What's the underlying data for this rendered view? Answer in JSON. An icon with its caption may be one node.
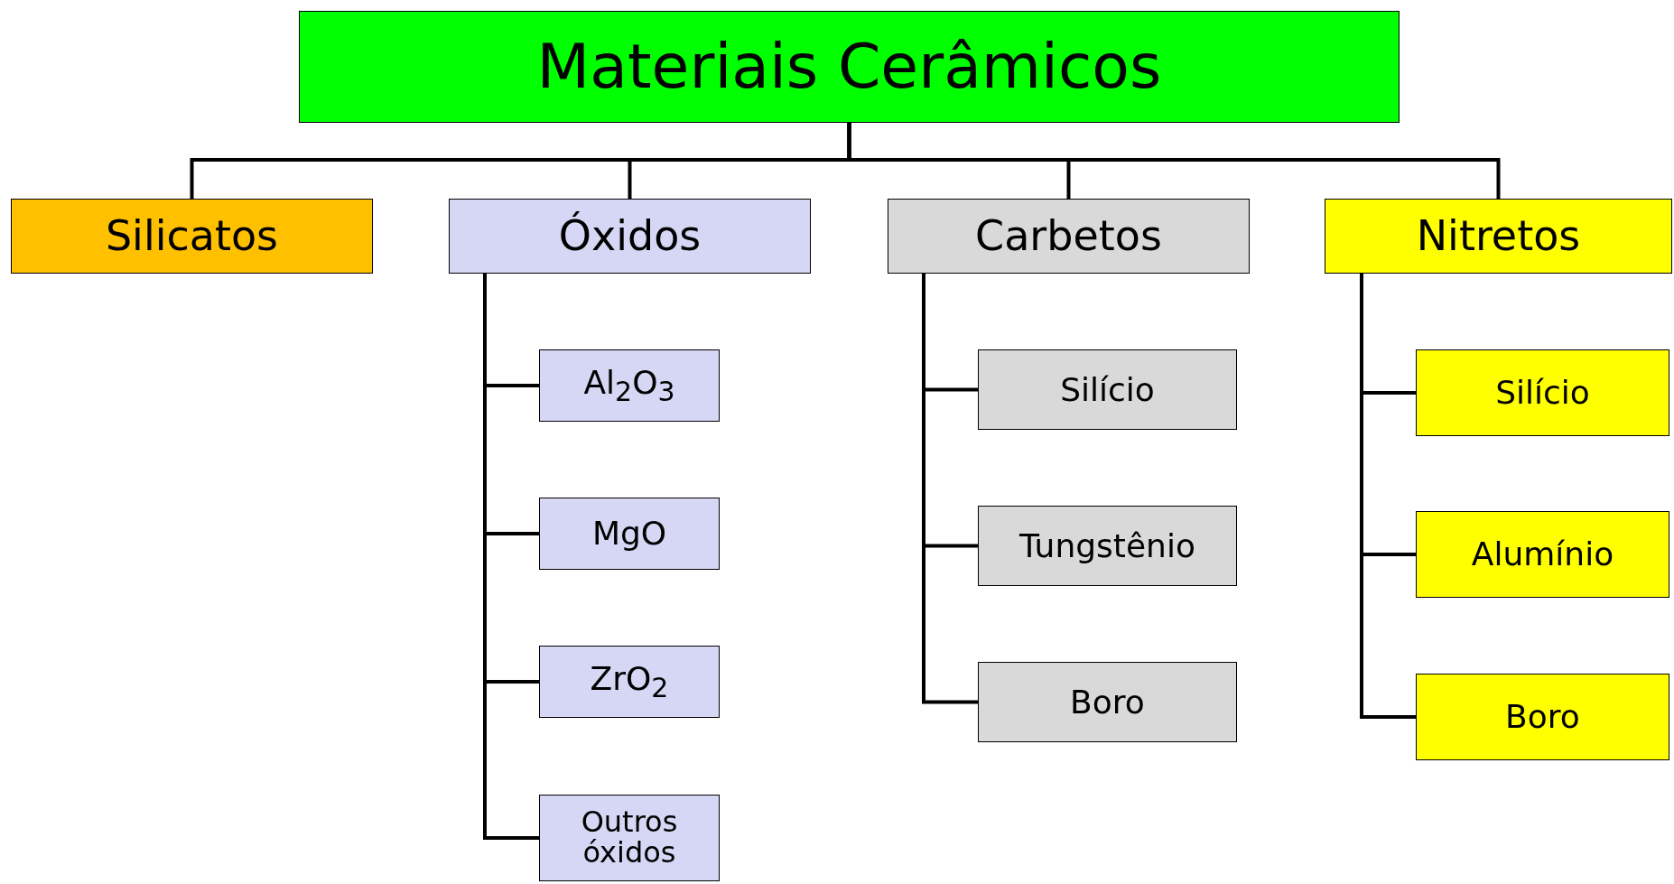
{
  "diagram": {
    "nodes": [
      {
        "text": [
          "Materiais Cerâmicos"
        ]
      },
      {
        "text": [
          "Silicatos"
        ]
      },
      {
        "text": [
          "Óxidos"
        ]
      },
      {
        "text": [
          "Carbetos"
        ]
      },
      {
        "text": [
          "Nitretos"
        ]
      },
      {
        "text": [
          "Al$_{2}$O$_{3}$"
        ]
      },
      {
        "text": [
          "MgO"
        ]
      },
      {
        "text": [
          "ZrO$_{2}$"
        ]
      },
      {
        "text": [
          "Outros óxidos"
        ]
      },
      {
        "text": [
          "Silício"
        ]
      },
      {
        "text": [
          "Tungstênio"
        ]
      },
      {
        "text": [
          "Boro"
        ]
      },
      {
        "text": [
          "Silício"
        ]
      },
      {
        "text": [
          "Alumínio"
        ]
      },
      {
        "text": [
          "Boro"
        ]
      }
    ],
    "edges": [
      {
        "from": 0,
        "to": 1,
        "arrow": "none"
      },
      {
        "from": 0,
        "to": 2,
        "arrow": "none"
      },
      {
        "from": 0,
        "to": 3,
        "arrow": "none"
      },
      {
        "from": 0,
        "to": 4,
        "arrow": "none"
      },
      {
        "from": 2,
        "to": 5,
        "arrow": "none"
      },
      {
        "from": 2,
        "to": 6,
        "arrow": "none"
      },
      {
        "from": 2,
        "to": 7,
        "arrow": "none"
      },
      {
        "from": 2,
        "to": 8,
        "arrow": "none"
      },
      {
        "from": 3,
        "to": 9,
        "arrow": "none"
      },
      {
        "from": 3,
        "to": 10,
        "arrow": "none"
      },
      {
        "from": 3,
        "to": 11,
        "arrow": "none"
      },
      {
        "from": 4,
        "to": 12,
        "arrow": "none"
      },
      {
        "from": 4,
        "to": 13,
        "arrow": "none"
      },
      {
        "from": 4,
        "to": 14,
        "arrow": "none"
      }
    ]
  }
}
